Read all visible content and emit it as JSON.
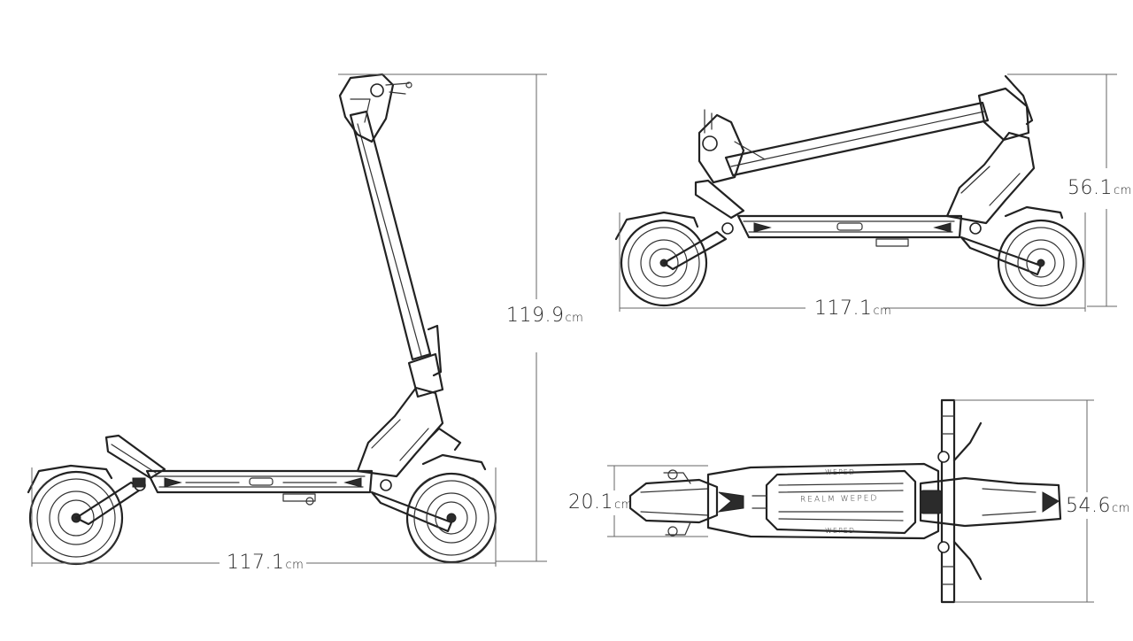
{
  "views": {
    "side_unfolded": {
      "width_label": {
        "value": "117.1",
        "unit": "cm"
      },
      "height_label": {
        "value": "119.9",
        "unit": "cm"
      }
    },
    "side_folded": {
      "width_label": {
        "value": "117.1",
        "unit": "cm"
      },
      "height_label": {
        "value": "56.1",
        "unit": "cm"
      }
    },
    "top_view": {
      "deck_width_label": {
        "value": "20.1",
        "unit": "cm"
      },
      "handlebar_width_label": {
        "value": "54.6",
        "unit": "cm"
      },
      "deck_text": "REALM WEPED",
      "deck_logo": "WEPED"
    }
  },
  "colors": {
    "line": "#222222",
    "dimension": "#666666",
    "background": "#ffffff"
  }
}
